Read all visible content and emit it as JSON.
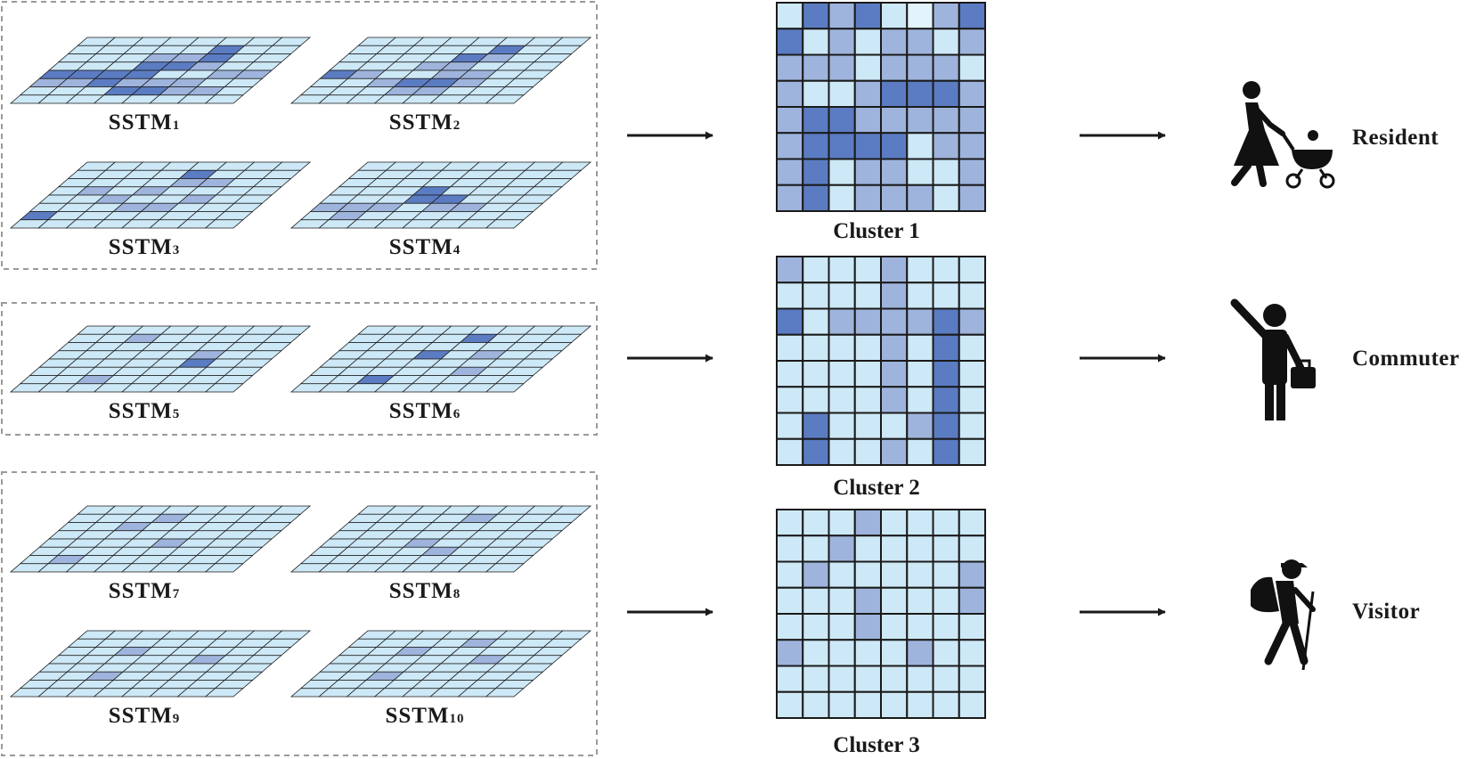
{
  "colors": {
    "light": "#cde8f6",
    "mid": "#9fb4dc",
    "dark": "#5b7cc2",
    "pale": "#e3f3fb",
    "grid": "#1a1a1a",
    "text": "#1a1a1a",
    "group_border": "#9a9a9a"
  },
  "groups": [
    {
      "matrices": [
        {
          "prefix": "SSTM",
          "index": "1",
          "cells": [
            "00000000",
            "00000200",
            "00011200",
            "00022100",
            "22220011",
            "11211100",
            "00022110",
            "00000000"
          ]
        },
        {
          "prefix": "SSTM",
          "index": "2",
          "cells": [
            "00000000",
            "00000200",
            "00002100",
            "00011000",
            "21001100",
            "00122100",
            "00011000",
            "00000000"
          ]
        },
        {
          "prefix": "SSTM",
          "index": "3",
          "cells": [
            "00000000",
            "00002000",
            "00001100",
            "01010000",
            "00100100",
            "00011000",
            "20000000",
            "00000000"
          ]
        },
        {
          "prefix": "SSTM",
          "index": "4",
          "cells": [
            "00000000",
            "00000000",
            "00000000",
            "00020000",
            "00022000",
            "11101100",
            "01000000",
            "00000000"
          ]
        }
      ]
    },
    {
      "matrices": [
        {
          "prefix": "SSTM",
          "index": "5",
          "cells": [
            "00000000",
            "00100000",
            "00000000",
            "00000100",
            "00000200",
            "00000000",
            "00100000",
            "00000000"
          ]
        },
        {
          "prefix": "SSTM",
          "index": "6",
          "cells": [
            "00000000",
            "00002000",
            "00000000",
            "00020100",
            "00000000",
            "00000100",
            "00200000",
            "00000000"
          ]
        }
      ]
    },
    {
      "matrices": [
        {
          "prefix": "SSTM",
          "index": "7",
          "cells": [
            "00000000",
            "00010000",
            "00100000",
            "00000000",
            "00001000",
            "00000000",
            "01000000",
            "00000000"
          ]
        },
        {
          "prefix": "SSTM",
          "index": "8",
          "cells": [
            "00000000",
            "00001000",
            "00000000",
            "00000000",
            "00010000",
            "00001000",
            "00000000",
            "00000000"
          ]
        },
        {
          "prefix": "SSTM",
          "index": "9",
          "cells": [
            "00000000",
            "00000000",
            "00100000",
            "00000100",
            "00000000",
            "00100000",
            "00000000",
            "00000000"
          ]
        },
        {
          "prefix": "SSTM",
          "index": "10",
          "cells": [
            "00000000",
            "00001000",
            "00100000",
            "00000100",
            "00000000",
            "00100000",
            "00000000",
            "00000000"
          ]
        }
      ]
    }
  ],
  "clusters": [
    {
      "label": "Cluster 1",
      "cells": [
        "02120312",
        "20101101",
        "11101110",
        "10012221",
        "12211111",
        "12222011",
        "12011001",
        "12011101"
      ]
    },
    {
      "label": "Cluster 2",
      "cells": [
        "10001000",
        "00001000",
        "20111121",
        "00001020",
        "00001020",
        "00001020",
        "02000120",
        "02001020"
      ]
    },
    {
      "label": "Cluster 3",
      "cells": [
        "00010000",
        "00100000",
        "01000001",
        "00010001",
        "00010000",
        "10000100",
        "00000000",
        "00000000"
      ]
    }
  ],
  "roles": [
    {
      "label": "Resident",
      "icon": "resident-with-stroller-icon"
    },
    {
      "label": "Commuter",
      "icon": "commuter-with-briefcase-icon"
    },
    {
      "label": "Visitor",
      "icon": "visitor-hiker-icon"
    }
  ]
}
